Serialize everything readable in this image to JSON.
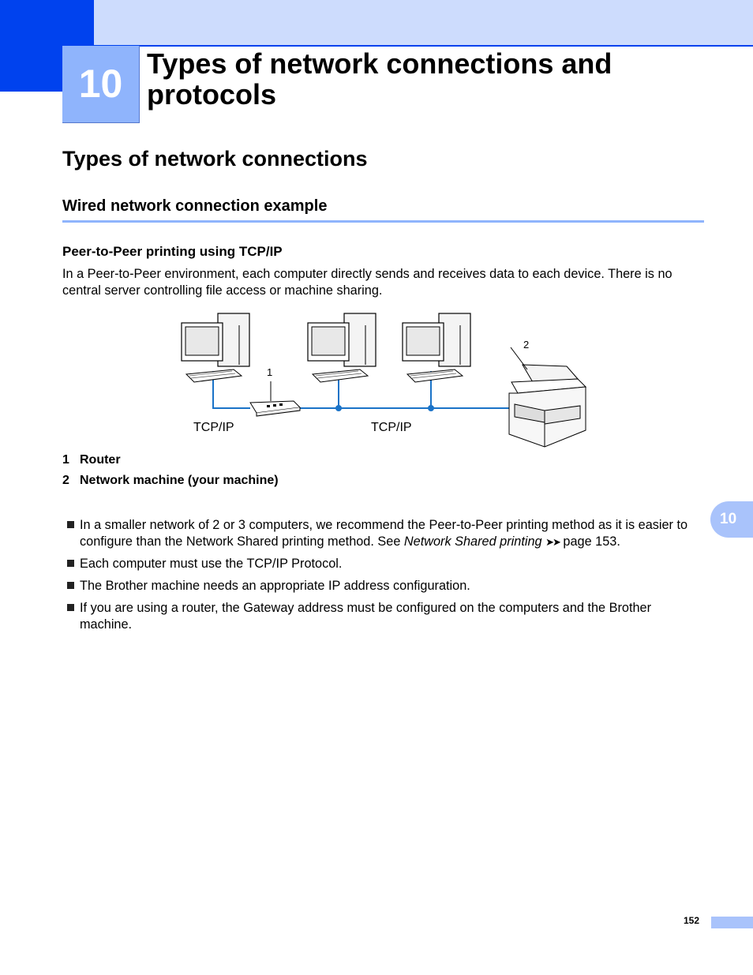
{
  "chapter": {
    "number": "10",
    "title": "Types of network connections and protocols"
  },
  "section": {
    "title": "Types of network connections",
    "subsection": "Wired network connection example",
    "subsubsection": "Peer-to-Peer printing using TCP/IP",
    "intro": "In a Peer-to-Peer environment, each computer directly sends and receives data to each device. There is no central server controlling file access or machine sharing."
  },
  "diagram": {
    "callout_1": "1",
    "callout_2": "2",
    "label_left": "TCP/IP",
    "label_right": "TCP/IP",
    "line_color": "#1a73c8"
  },
  "legend": [
    {
      "num": "1",
      "text": "Router"
    },
    {
      "num": "2",
      "text": "Network machine (your machine)"
    }
  ],
  "bullets": {
    "b1_pre": "In a smaller network of 2 or 3 computers, we recommend the Peer-to-Peer printing method as it is easier to configure than the Network Shared printing method. See ",
    "b1_link": "Network Shared printing",
    "b1_arrows": "➤➤",
    "b1_post": " page 153.",
    "b2": "Each computer must use the TCP/IP Protocol.",
    "b3": "The Brother machine needs an appropriate IP address configuration.",
    "b4": "If you are using a router, the Gateway address must be configured on the computers and the Brother machine."
  },
  "side_tab": "10",
  "page_number": "152",
  "colors": {
    "accent_dark": "#0042ee",
    "accent_light": "#cddcfd",
    "tab": "#a9c3fb"
  }
}
